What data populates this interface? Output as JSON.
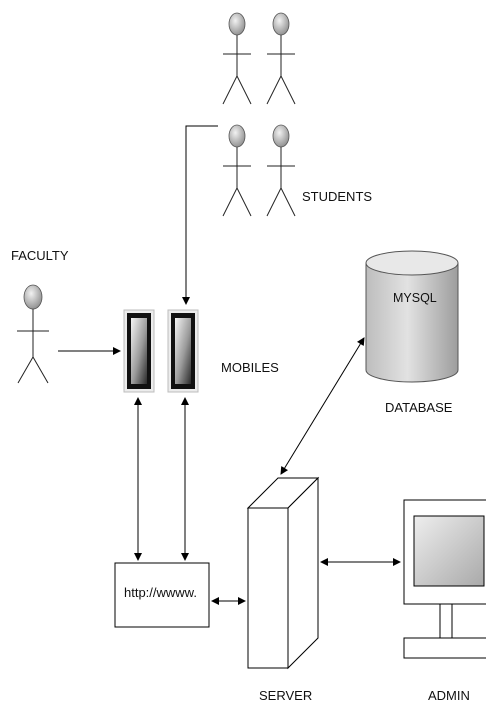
{
  "labels": {
    "students": "STUDENTS",
    "faculty": "FACULTY",
    "mobiles": "MOBILES",
    "mysql": "MYSQL",
    "database": "DATABASE",
    "url": "http://wwww.",
    "server": "SERVER",
    "admin": "ADMIN"
  },
  "colors": {
    "stroke": "#000000",
    "actor_head": "#b8b8b8",
    "db_body": "#c9c9c9",
    "db_top": "#e6e6e6",
    "screen": "#cfcfcf"
  }
}
